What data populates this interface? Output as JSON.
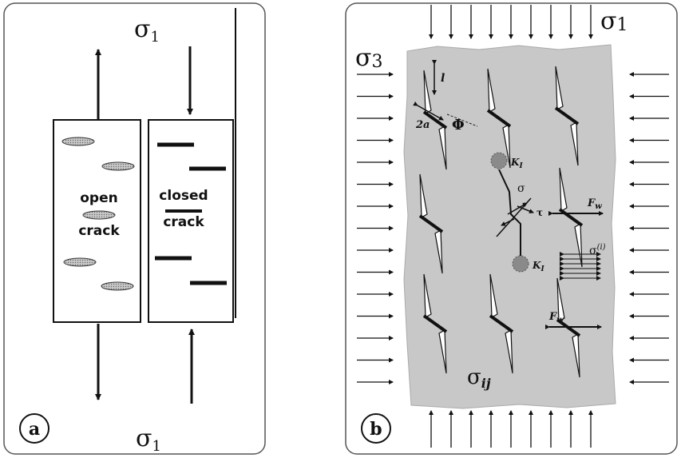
{
  "panel_a": {
    "badge": "a",
    "sigma_top": "σ",
    "sigma_top_sub": "1",
    "sigma_bottom": "σ",
    "sigma_bottom_sub": "1",
    "open_label_1": "open",
    "open_label_2": "crack",
    "closed_label_1": "closed",
    "closed_label_2": "crack"
  },
  "panel_b": {
    "badge": "b",
    "sigma1": "σ",
    "sigma1_sub": "1",
    "sigma3": "σ",
    "sigma3_sub": "3",
    "l": "l",
    "two_a": "2a",
    "phi": "Φ",
    "k_i": "K",
    "k_i_sub": "I",
    "sigma": "σ",
    "tau": "τ",
    "f_w": "F",
    "f_w_sub": "w",
    "sigma_i": "σ",
    "sigma_i_sup": "(i)",
    "sigma_ij": "σ",
    "sigma_ij_sub": "ij"
  }
}
